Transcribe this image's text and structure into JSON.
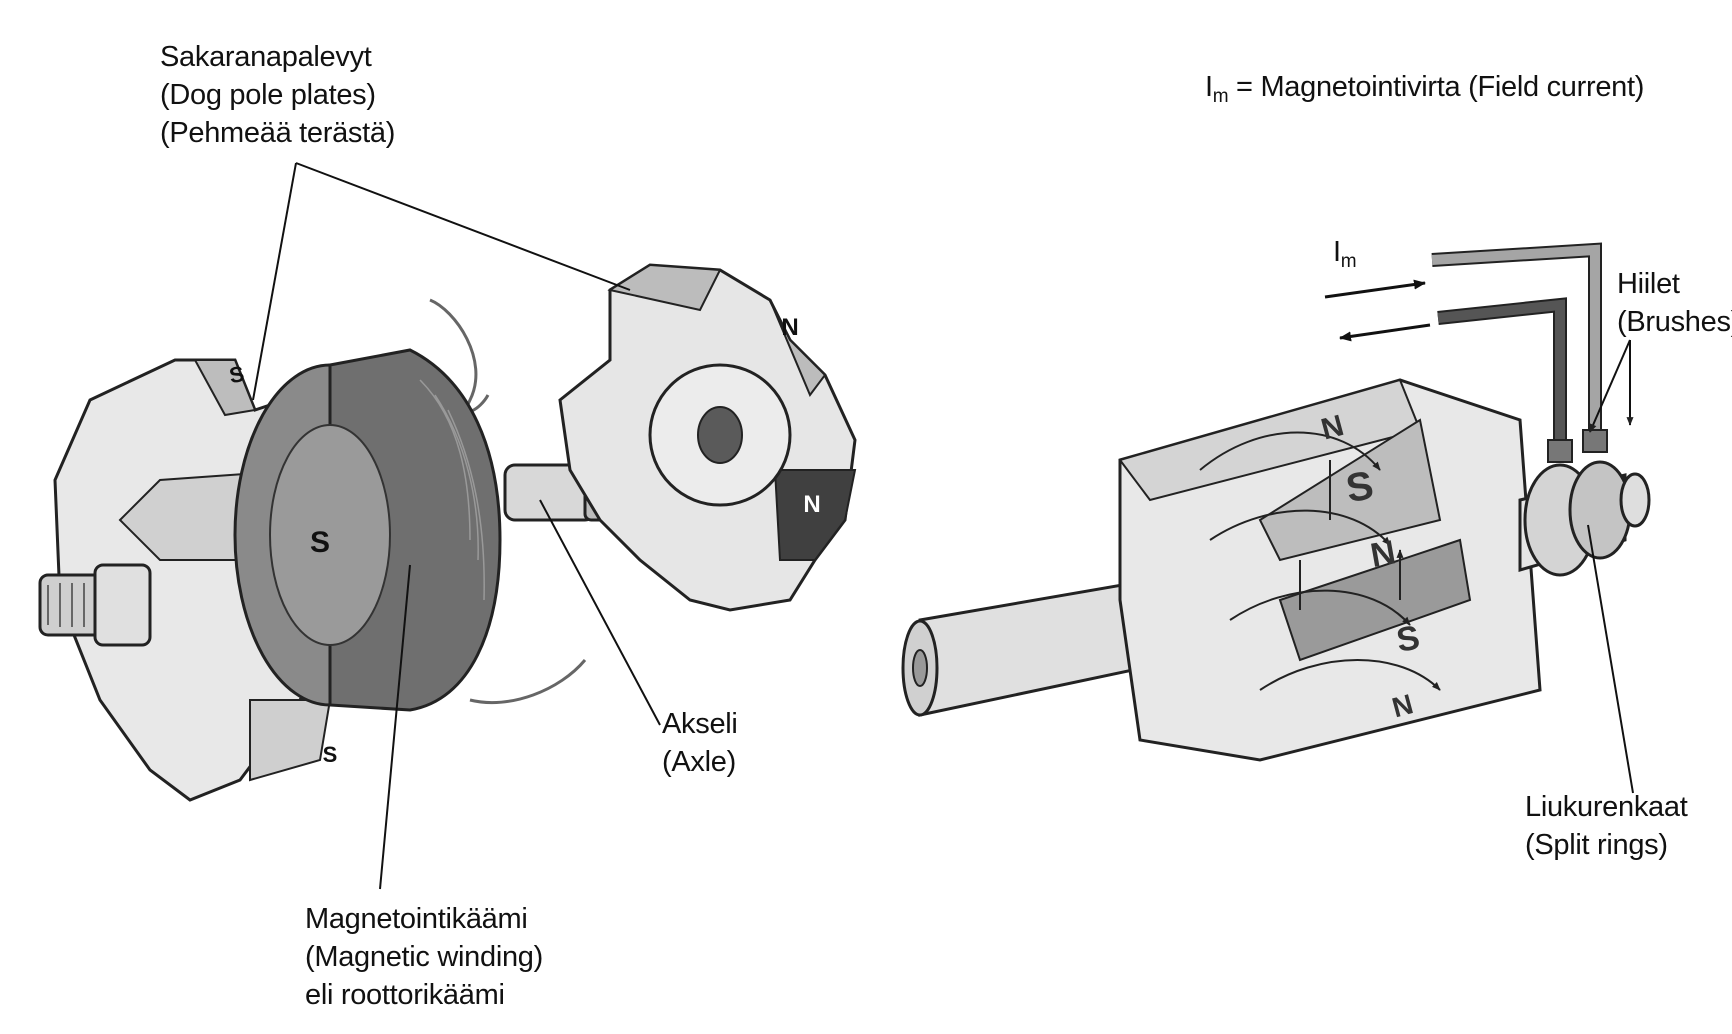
{
  "labels": {
    "dog_pole_plates": [
      "Sakaranapalevyt",
      "(Dog pole plates)",
      "(Pehmeää terästä)"
    ],
    "field_current": {
      "symbol": "I",
      "subscript": "m",
      "text": " = Magnetointivirta (Field current)"
    },
    "current_arrow": {
      "symbol": "I",
      "subscript": "m"
    },
    "brushes": [
      "Hiilet",
      "(Brushes)"
    ],
    "axle": [
      "Akseli",
      "(Axle)"
    ],
    "split_rings": [
      "Liukurenkaat",
      "(Split rings)"
    ],
    "magnetic_winding": [
      "Magnetointikäämi",
      "(Magnetic winding)",
      "eli roottorikäämi"
    ]
  },
  "pole_marks": {
    "north": "N",
    "south": "S"
  },
  "colors": {
    "metal_light": "#e6e6e6",
    "metal_mid": "#b5b5b5",
    "metal_dark": "#4a4a4a",
    "winding": "#6f6f6f",
    "wire_light": "#9a9a9a",
    "wire_dark": "#555555",
    "line": "#111111"
  }
}
